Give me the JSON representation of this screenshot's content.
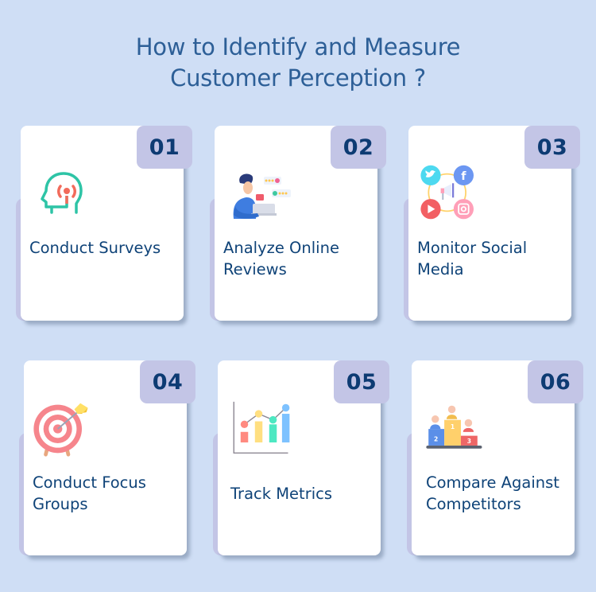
{
  "header": {
    "title_line1": "How to Identify and Measure",
    "title_line2": "Customer Perception ?"
  },
  "colors": {
    "background": "#cfdef5",
    "title": "#2d5f97",
    "card": "#ffffff",
    "badge": "#c3c5e6",
    "number_text": "#0d3b73",
    "label_text": "#0f4378"
  },
  "cards": [
    {
      "number": "01",
      "label": "Conduct Surveys",
      "icon": "head-signal-icon"
    },
    {
      "number": "02",
      "label": "Analyze Online Reviews",
      "icon": "person-laptop-reviews-icon"
    },
    {
      "number": "03",
      "label": "Monitor Social Media",
      "icon": "social-media-megaphone-icon"
    },
    {
      "number": "04",
      "label": "Conduct Focus Groups",
      "icon": "target-arrow-icon"
    },
    {
      "number": "05",
      "label": "Track Metrics",
      "icon": "bar-line-chart-icon"
    },
    {
      "number": "06",
      "label": "Compare Against Competitors",
      "icon": "podium-icon"
    }
  ]
}
